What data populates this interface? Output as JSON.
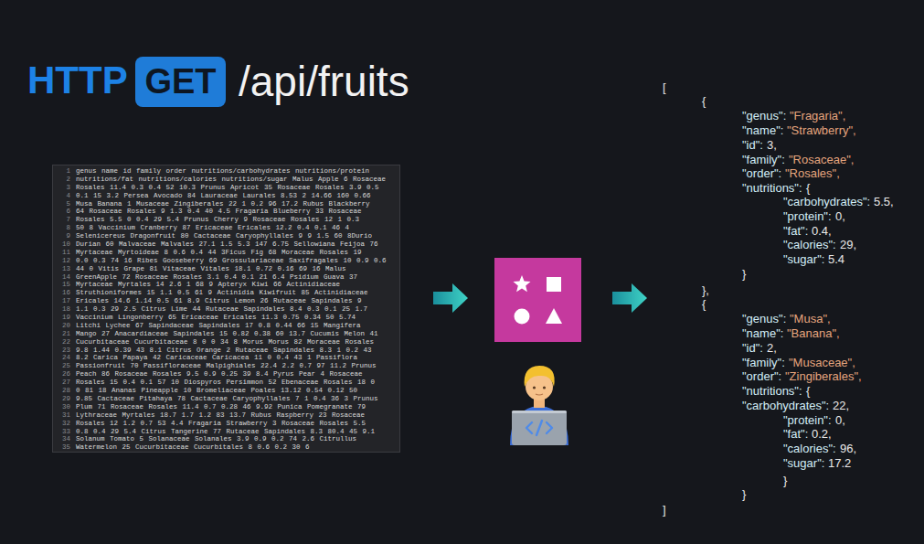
{
  "diagram": {
    "nodes": [
      {
        "text": [
          "GET"
        ]
      },
      {
        "text": [
          "1",
          "genus name id family order nutritions/carbohydrates nutritions/protein",
          "2",
          "nutritions/fat nutritions/calories nutritions/sugar Malus Apple 6 Rosaceae",
          "3",
          "Rosales 11.4 0.3 0.4 52 10.3 Prunus Apricot 35 Rosaceae Rosales 3.9 0.5",
          "4",
          "0.1 15 3.2 Persea Avocado 84 Lauraceae Laurales 8.53 2 14.66 160 0.66",
          "5",
          "Musa Banana 1 Musaceae Zingiberales 22 1 0.2 96 17.2 Rubus Blackberry",
          "6",
          "64 Rosaceae Rosales 9 1.3 0.4 40 4.5 Fragaria Blueberry 33 Rosaceae",
          "7",
          "Rosales 5.5 0 0.4 29 5.4 Prunus Cherry 9 Rosaceae Rosales 12 1 0.3",
          "8",
          "50 8 Vaccinium Cranberry 87 Ericaceae Ericales 12.2 0.4 0.1 46 4",
          "9",
          "Selenicereus Dragonfruit 80 Cactaceae Caryophyllales 9 9 1.5 60 8Durio",
          "10",
          "Durian 60 Malvaceae Malvales 27.1 1.5 5.3 147 6.75 Sellowiana Feijoa 76",
          "11",
          "Myrtaceae Myrtoideae 8 0.6 0.4 44 3Ficus Fig 68 Moraceae Rosales 19",
          "12",
          "0.0 0.3 74 16 Ribes Gooseberry 69 Grossulariaceae Saxifragales 10 0.9 0.6",
          "13",
          "44 0 Vitis Grape 81 Vitaceae Vitales 18.1 0.72 0.16 69 16 Malus",
          "14",
          "GreenApple 72 Rosaceae Rosales 3.1 0.4 0.1 21 6.4 Psidium Guava 37",
          "15",
          "Myrtaceae Myrtales 14 2.6 1 68 9 Apteryx Kiwi 66 Actinidiaceae",
          "16",
          "Struthioniformes 15 1.1 0.5 61 9 Actinidia Kiwifruit 85 Actinidiaceae",
          "17",
          "Ericales 14.6 1.14 0.5 61 8.9 Citrus Lemon 26 Rutaceae Sapindales 9",
          "18",
          "1.1 0.3 29 2.5 Citrus Lime 44 Rutaceae Sapindales 8.4 0.3 0.1 25 1.7",
          "19",
          "Vaccinium Lingonberry 65 Ericaceae Ericales 11.3 0.75 0.34 50 5.74",
          "20",
          "Litchi Lychee 67 Sapindaceae Sapindales 17 0.8 0.44 66 15 Mangifera",
          "21",
          "Mango 27 Anacardiaceae Sapindales 15 0.82 0.38 60 13.7 Cucumis Melon 41",
          "22",
          "Cucurbitaceae Cucurbitaceae 8 0 0 34 8 Morus Morus 82 Moraceae Rosales",
          "23",
          "9.8 1.44 0.39 43 8.1 Citrus Orange 2 Rutaceae Sapindales 8.3 1 0.2 43",
          "24",
          "8.2 Carica Papaya 42 Caricaceae Caricacea 11 0 0.4 43 1 Passiflora",
          "25",
          "Passionfruit 70 Passifloraceae Malpighiales 22.4 2.2 0.7 97 11.2 Prunus",
          "26",
          "Peach 86 Rosaceae Rosales 9.5 0.9 0.25 39 8.4 Pyrus Pear 4 Rosaceae",
          "27",
          "Rosales 15 0.4 0.1 57 10 Diospyros Persimmon 52 Ebenaceae Rosales 18 0",
          "28",
          "0 81 18 Ananas Pineapple 10 Bromeliaceae Poales 13.12 0.54 0.12 50",
          "29",
          "9.85 Cactaceae Pitahaya 78 Cactaceae Caryophyllales 7 1 0.4 36 3 Prunus",
          "30",
          "Plum 71 Rosaceae Rosales 11.4 0.7 0.28 46 9.92 Punica Pomegranate 79",
          "31",
          "Lythraceae Myrtales 18.7 1.7 1.2 83 13.7 Rubus Raspberry 23 Rosaceae",
          "32",
          "Rosales 12 1.2 0.7 53 4.4 Fragaria Strawberry 3 Rosaceae Rosales 5.5",
          "33",
          "0.8 0.4 29 5.4 Citrus Tangerine 77 Rutaceae Sapindales 8.3 80.4 45 9.1",
          "34",
          "Solanum Tomato 5 Solanaceae Solanales 3.9 0.9 0.2 74 2.6 Citrullus",
          "35",
          "Watermelon 25 Cucurbitaceae Cucurbitales 8 0.6 0.2 30 6"
        ]
      }
    ],
    "labels": [
      "HTTP",
      "/api/fruits",
      "[",
      "{",
      "\"genus\":",
      "\"Fragaria\",",
      "\"name\":",
      "\"Strawberry\",",
      "\"id\":",
      "3,",
      "\"family\":",
      "\"Rosaceae\",",
      "\"order\":",
      "\"Rosales\",",
      "\"nutritions\":",
      "{",
      "\"carbohydrates\":",
      "5.5,",
      "\"protein\":",
      "0,",
      "\"fat\":",
      "0.4,",
      "\"calories\":",
      "29,",
      "\"sugar\":",
      "5.4",
      "}",
      "},",
      "{",
      "\"genus\":",
      "\"Musa\",",
      "\"name\":",
      "\"Banana\",",
      "\"id\":",
      "2,",
      "\"family\":",
      "\"Musaceae\",",
      "\"order\":",
      "\"Zingiberales\",",
      "\"nutritions\":",
      "{",
      "\"carbohydrates\":",
      "22,",
      "\"protein\":",
      "0,",
      "\"fat\":",
      "0.2,",
      "\"calories\":",
      "96,",
      "\"sugar\":",
      "17.2",
      "}",
      "}",
      "]"
    ]
  }
}
